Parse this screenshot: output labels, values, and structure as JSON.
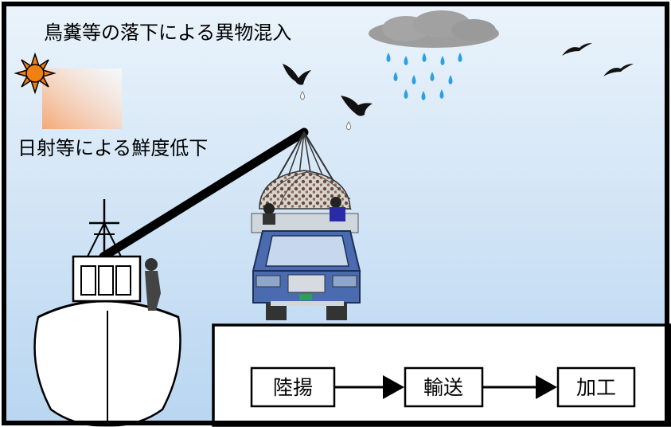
{
  "annotations": {
    "contamination": "鳥糞等の落下による異物混入",
    "freshness": "日射等による鮮度低下"
  },
  "flow": {
    "steps": [
      "陸揚",
      "輸送",
      "加工"
    ]
  },
  "icons": {
    "sun": "sun-icon",
    "cloud": "rain-cloud-icon",
    "birds": "bird-icon",
    "ship": "fishing-boat-icon",
    "truck": "truck-icon",
    "net": "fish-net-icon",
    "worker": "worker-icon"
  },
  "colors": {
    "sky_top": "#e9f2fb",
    "sky_bottom": "#bcd8f2",
    "sun": "#f08010",
    "sunray_patch": "#f6b890",
    "cloud": "#9d9d9d",
    "rain": "#2a9fe6",
    "truck": "#4a6bb0",
    "frame": "#000000"
  }
}
